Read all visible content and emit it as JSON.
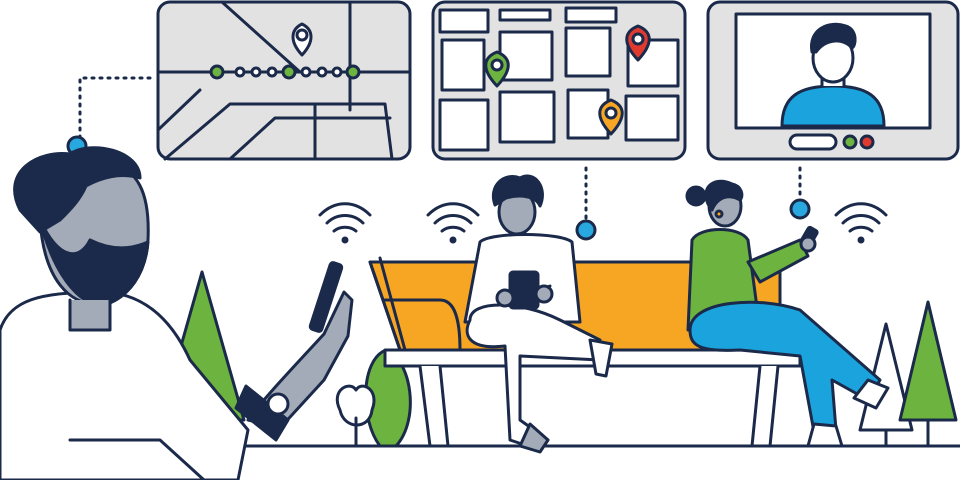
{
  "colors": {
    "navy": "#1b2a4a",
    "panel_gray": "#e2e2e2",
    "screen_gray": "#d9d9d9",
    "skin_gray": "#a3aab8",
    "accent_blue": "#29a8e0",
    "shirt_blue": "#1aa3dd",
    "bench_orange": "#f6a623",
    "tree_green": "#6cb33f",
    "pin_red": "#e03a2f",
    "pin_green": "#6cb33f",
    "pin_orange": "#f6a623",
    "bg": "#ffffff"
  },
  "panels": {
    "transit_map": {
      "icon": "transit-route-map",
      "pin": "location-pin-icon"
    },
    "city_map": {
      "pins": [
        "green-pin-icon",
        "red-pin-icon",
        "orange-pin-icon"
      ]
    },
    "video_call": {
      "icon": "video-call-screen",
      "dots": [
        "call-control-bar",
        "green-dot",
        "red-dot"
      ]
    }
  },
  "wifi_signals": [
    "wifi-icon",
    "wifi-icon",
    "wifi-icon"
  ],
  "people": [
    "bearded-man-with-phone",
    "man-sitting-with-phone",
    "woman-sitting-with-phone"
  ]
}
